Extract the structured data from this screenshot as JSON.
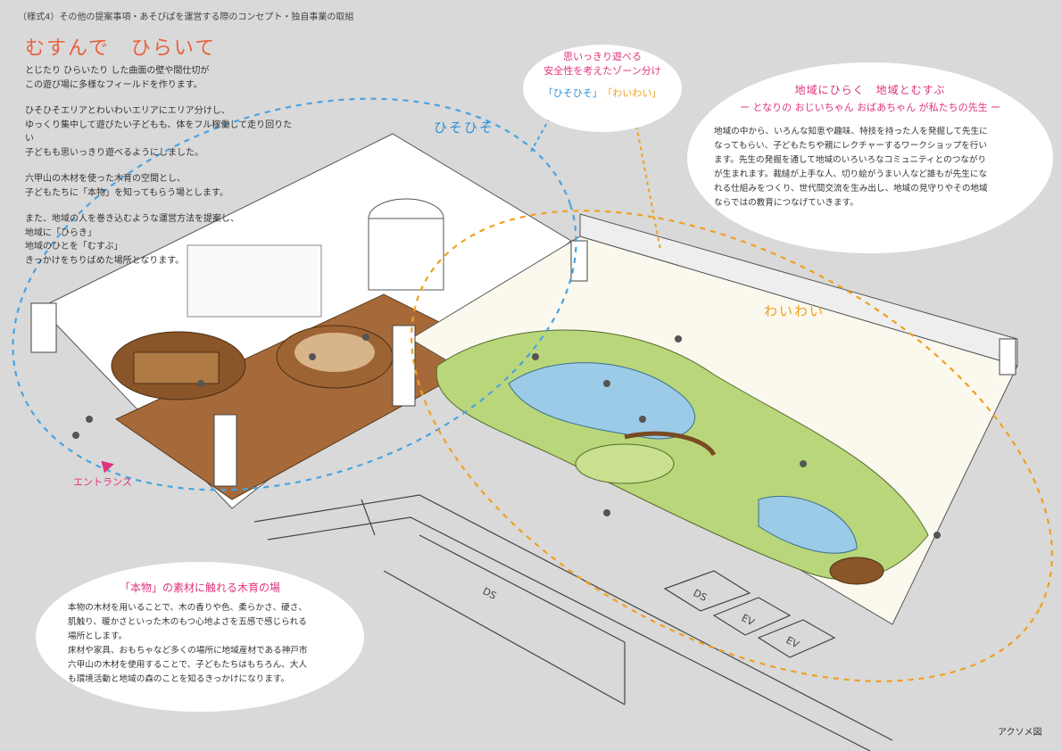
{
  "header": "（様式4）その他の提案事項・あそびばを運営する際のコンセプト・独自事業の取組",
  "title": "むすんで　ひらいて",
  "intro": [
    "とじたり ひらいたり した曲面の壁や間仕切が\nこの遊び場に多様なフィールドを作ります。",
    "ひそひそエリアとわいわいエリアにエリア分けし、\nゆっくり集中して遊びたい子どもも、体をフル稼働して走り回りたい\n子どもも思いっきり遊べるようにしました。",
    "六甲山の木材を使った木育の空間とし、\n子どもたちに「本物」を知ってもらう場とします。",
    "また、地域の人を巻き込むような運営方法を提案し、\n地域に「ひらき」\n地域のひとを「むすぶ」\nきっかけをちりばめた場所となります。"
  ],
  "zone_bubble": {
    "heading": "思いっきり遊べる\n安全性を考えたゾーン分け",
    "tag_quiet": "「ひそひそ」",
    "tag_lively": "「わいわい」"
  },
  "community": {
    "heading": "地域にひらく　地域とむすぶ",
    "subheading": "ー となりの おじいちゃん おばあちゃん が私たちの先生 ー",
    "body": "地域の中から、いろんな知恵や趣味、特技を持った人を発掘して先生に\nなってもらい、子どもたちや親にレクチャーするワークショップを行い\nます。先生の発掘を通して地域のいろいろなコミュニティとのつながり\nが生まれます。裁縫が上手な人、切り絵がうまい人など誰もが先生にな\nれる仕組みをつくり、世代間交流を生み出し、地域の見守りやその地域\nならではの教育につなげていきます。"
  },
  "material": {
    "heading": "「本物」の素材に触れる木育の場",
    "body": "本物の木材を用いることで、木の香りや色、柔らかさ、硬さ、\n肌触り、暖かさといった木のもつ心地よさを五感で感じられる\n場所とします。\n床材や家具、おもちゃなど多くの場所に地域産材である神戸市\n六甲山の木材を使用することで、子どもたちはもちろん、大人\nも環境活動と地域の森のことを知るきっかけになります。"
  },
  "zone_labels": {
    "quiet": "ひそひそ",
    "lively": "わいわい"
  },
  "entrance": "エントランス",
  "plan_labels": {
    "ds1": "DS",
    "ds2": "DS",
    "ev1": "EV",
    "ev2": "EV"
  },
  "caption": "アクソメ図",
  "colors": {
    "pink": "#e0337e",
    "orange": "#f0a020",
    "blue": "#2a8fd8",
    "title": "#e8603c",
    "wood": "#a0602e",
    "green": "#b9d77a",
    "water": "#9ccbe8"
  }
}
